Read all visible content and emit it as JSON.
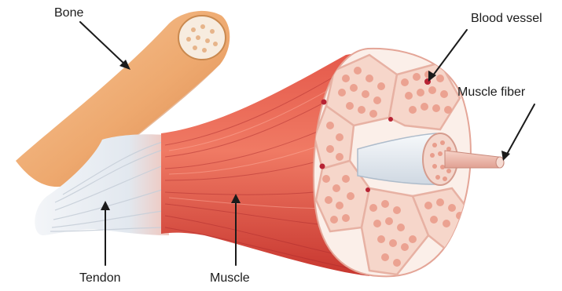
{
  "labels": {
    "bone": "Bone",
    "blood_vessel": "Blood vessel",
    "muscle_fiber": "Muscle fiber",
    "tendon": "Tendon",
    "muscle": "Muscle"
  },
  "colors": {
    "bone": "#f0b07c",
    "bone_shadow": "#d9854c",
    "muscle": "#d8433c",
    "muscle_light": "#ee7a66",
    "tendon": "#e7ecf2",
    "fascicle": "#f4c9b8",
    "fiber_dot": "#ea9c8a",
    "vessel": "#b72334",
    "arrow": "#1b1b1b"
  }
}
